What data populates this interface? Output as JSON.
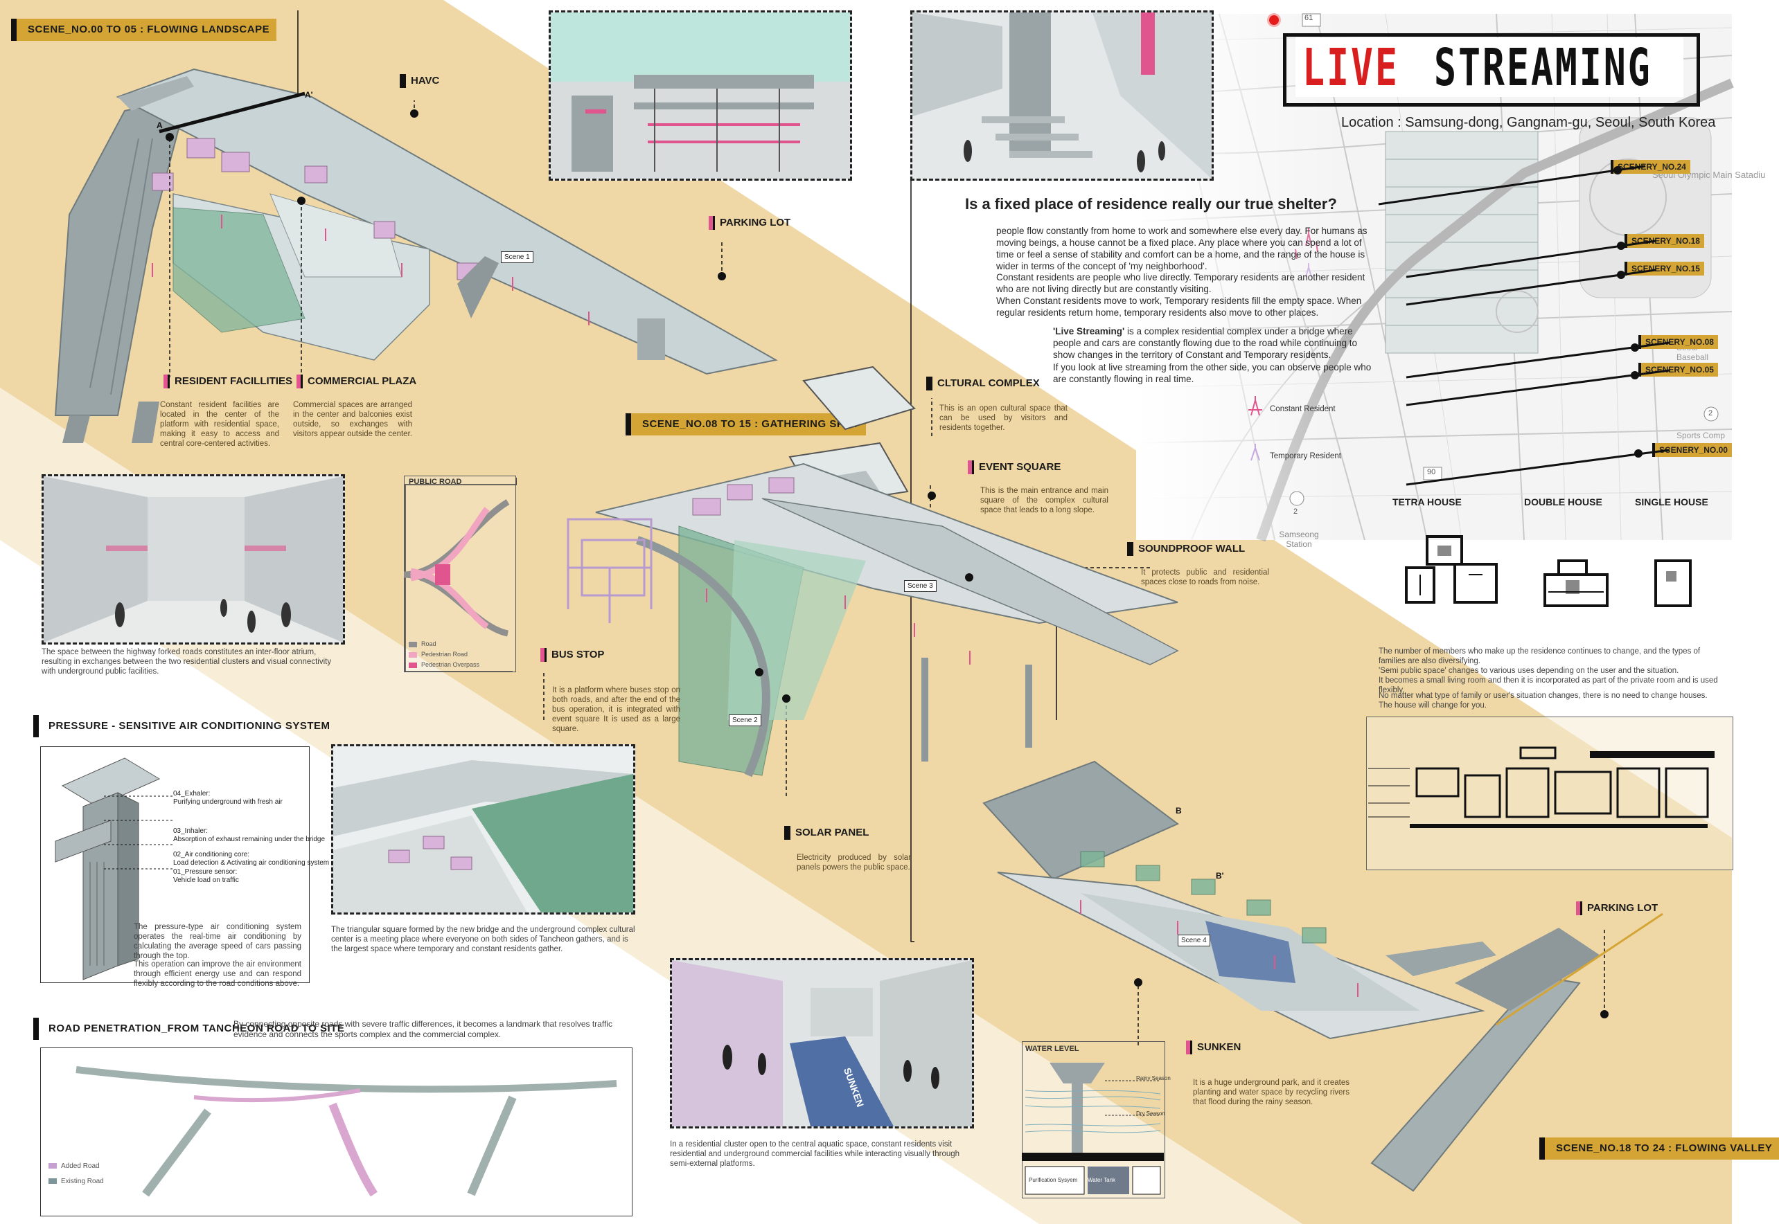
{
  "colors": {
    "band": "#efd8a6",
    "accent": "#d4a534",
    "pink": "#e0558e",
    "green": "#7fb59a",
    "lilac": "#b79ad0",
    "title_red": "#d81e1e",
    "steel": "#9aa9ad"
  },
  "title": {
    "part1": "LIVE",
    "part2": "STREAMING",
    "location": "Location : Samsung-dong, Gangnam-gu, Seoul, South Korea"
  },
  "question": "Is a fixed place of residence really our true shelter?",
  "intro_text": {
    "p1": "people flow constantly from home to work and somewhere else every day. For humans as moving beings, a house cannot be a fixed place. Any place where you can spend a lot of time or feel a sense of stability and comfort can be a home, and the range of the house is wider in terms of the concept of 'my neighborhood'.",
    "p2": "Constant residents are people who live directly. Temporary residents are another resident who are not living directly but are constantly visiting.",
    "p3": "When Constant residents move to work, Temporary residents fill the empty space. When regular residents return home, temporary residents also move to other places.",
    "p4_bold": "'Live Streaming'",
    "p4": " is a complex residential complex under a bridge where people and cars are constantly flowing due to the road while continuing to show changes in the territory of Constant and Temporary residents.",
    "p5": "If you look at live streaming from the other side, you can observe people who are constantly flowing in real time."
  },
  "map": {
    "legend_constant": "Constant Resident",
    "legend_temporary": "Temporary Resident",
    "road_61": "61",
    "road_90": "90",
    "station": "Samseong Station",
    "station_num": "2",
    "stadium": "Seoul Olympic Main Satadiu",
    "baseball": "Seoul Baseball",
    "sports": "Sports Comp",
    "circle_2": "2",
    "sceneries": [
      "SCENERY_NO.24",
      "SCENERY_NO.18",
      "SCENERY_NO.15",
      "SCENERY_NO.08",
      "SCENERY_NO.05",
      "SCENERY_NO.00"
    ]
  },
  "house_types": {
    "tetra": "TETRA HOUSE",
    "double": "DOUBLE HOUSE",
    "single": "SINGLE HOUSE",
    "text1": "The number of members who make up the residence continues to change, and the types of families are also diversifying.",
    "text2": "'Semi public space' changes to various uses depending on the user and the situation.",
    "text3": "It becomes a small living room and then it is incorporated as part of the private room and is used flexibly.",
    "text4": "No matter what type of family or user's situation changes, there is no need to change houses. The house will change for you."
  },
  "scene_tags": {
    "s1": "SCENE_NO.00 TO 05 : FLOWING LANDSCAPE",
    "s2": "SCENE_NO.08 TO 15 : GATHERING SPOT",
    "s3": "SCENE_NO.18 TO 24 : FLOWING VALLEY"
  },
  "labels": {
    "havc": "HAVC",
    "parking_lot": "PARKING LOT",
    "resident_facilities": "RESIDENT FACILLITIES",
    "commercial_plaza": "COMMERCIAL PLAZA",
    "cultural_complex": "CLTURAL COMPLEX",
    "event_square": "EVENT SQUARE",
    "soundproof_wall": "SOUNDPROOF WALL",
    "bus_stop": "BUS STOP",
    "solar_panel": "SOLAR PANEL",
    "parking_lot_2": "PARKING LOT",
    "sunken": "SUNKEN",
    "public_road": "PUBLIC ROAD",
    "water_level": "WATER LEVEL"
  },
  "desc": {
    "resident_facilities": "Constant resident facilities are located in the center of the platform with residential space, making it easy to access and central core-centered activities.",
    "commercial_plaza": "Commercial spaces are arranged in the center and balconies exist outside, so exchanges with visitors appear outside the center.",
    "cultural_complex": "This is an open cultural space that can be used by visitors and residents together.",
    "event_square": "This is the main entrance and main square of the complex cultural space that leads to a long slope.",
    "soundproof_wall": "It protects public and residential spaces close to roads from noise.",
    "bus_stop": "It is a platform where buses stop on both roads, and after the end of the bus operation, it is integrated with event square It is used as a large square.",
    "solar_panel": "Electricity produced by solar panels powers the public space.",
    "sunken": "It is a huge underground park, and it creates planting and water space by recycling rivers that flood during the rainy season.",
    "atrium": "The space between the highway forked roads constitutes an inter-floor atrium, resulting in exchanges between the two residential clusters and visual connectivity with underground public facilities.",
    "triangle": "The triangular square formed by the new bridge and the underground complex cultural center is a meeting place where everyone on both sides of Tancheon gathers, and is the largest space where temporary and constant residents gather.",
    "cluster": "In a residential cluster open to the central aquatic space, constant residents visit residential and underground commercial facilities while interacting visually through semi-external platforms."
  },
  "road_legend": {
    "road": "Road",
    "ped_road": "Pedestrian Road",
    "ped_overpass": "Pedestrian Overpass"
  },
  "hvac": {
    "title": "PRESSURE - SENSITIVE AIR CONDITIONING SYSTEM",
    "l4_title": "04_Exhaler:",
    "l4": "Purifying underground with fresh air",
    "l3_title": "03_Inhaler:",
    "l3": "Absorption of exhaust remaining under the bridge",
    "l2_title": "02_Air conditioning core:",
    "l2": "Load detection & Activating air conditioning system",
    "l1_title": "01_Pressure sensor:",
    "l1": "Vehicle load on traffic",
    "text1": "The pressure-type air conditioning system operates the real-time air conditioning by calculating the average speed of cars passing through the top.",
    "text2": "This operation can improve the air environment through efficient energy use and can respond flexibly according to the road conditions above."
  },
  "penetration": {
    "title": "ROAD PENETRATION_FROM TANCHEON ROAD TO SITE",
    "text": "By connecting opposite roads with severe traffic differences, it becomes a landmark that resolves traffic evidence and connects the sports complex and the commercial complex.",
    "added": "Added Road",
    "existing": "Existing Road"
  },
  "water": {
    "rainy": "Rainy Season",
    "dry": "Dry Season",
    "purification": "Purification Sysyem",
    "tank": "Water Tank"
  },
  "scenes": {
    "scene1": "Scene 1",
    "scene2": "Scene 2",
    "scene3": "Scene 3",
    "scene4": "Scene 4"
  },
  "section_marks": {
    "a": "A",
    "a2": "A'",
    "b": "B",
    "b2": "B'"
  },
  "sunken_sign": "SUNKEN"
}
